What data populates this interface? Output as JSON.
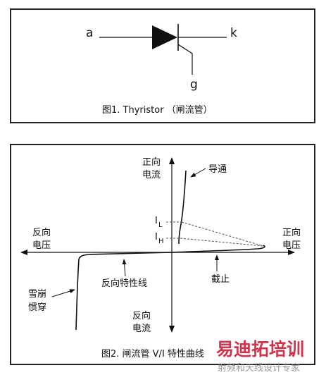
{
  "figure1": {
    "anode_label": "a",
    "cathode_label": "k",
    "gate_label": "g",
    "caption": "图1. Thyristor （闸流管）"
  },
  "figure2": {
    "forward_current_label": [
      "正向",
      "电流"
    ],
    "reverse_current_label": [
      "反向",
      "电流"
    ],
    "reverse_voltage_label": [
      "反向",
      "电压"
    ],
    "forward_voltage_label": [
      "正向",
      "电压"
    ],
    "conduction_label": "导通",
    "il_label": "I",
    "il_sub": "L",
    "ih_label": "I",
    "ih_sub": "H",
    "reverse_characteristic_label": "反向特性线",
    "cutoff_label": "截止",
    "avalanche_label": [
      "雪崩",
      "惯穿"
    ],
    "caption": "图2. 闸流管 V/I 特性曲线"
  },
  "watermark": {
    "title": "易迪拓培训",
    "subtitle": "射频和天线设计专家",
    "color_primary": "#c8102e"
  }
}
